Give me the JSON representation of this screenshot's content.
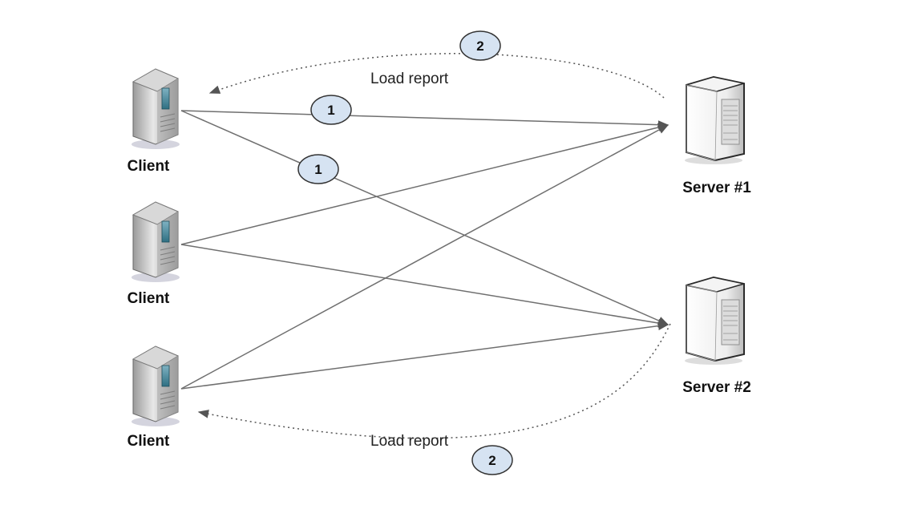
{
  "nodes": {
    "client_1": {
      "label": "Client",
      "icon": "client-server-icon"
    },
    "client_2": {
      "label": "Client",
      "icon": "client-server-icon"
    },
    "client_3": {
      "label": "Client",
      "icon": "client-server-icon"
    },
    "server_1": {
      "label": "Server #1",
      "icon": "server-tower-icon"
    },
    "server_2": {
      "label": "Server #2",
      "icon": "server-tower-icon"
    }
  },
  "edges": {
    "load_report_top": {
      "label": "Load report",
      "step": "2"
    },
    "load_report_bottom": {
      "label": "Load report",
      "step": "2"
    },
    "request_top_a": {
      "step": "1"
    },
    "request_top_b": {
      "step": "1"
    }
  },
  "colors": {
    "badge_fill": "#d6e3f2",
    "badge_stroke": "#333333",
    "line": "#6f6f6f"
  }
}
